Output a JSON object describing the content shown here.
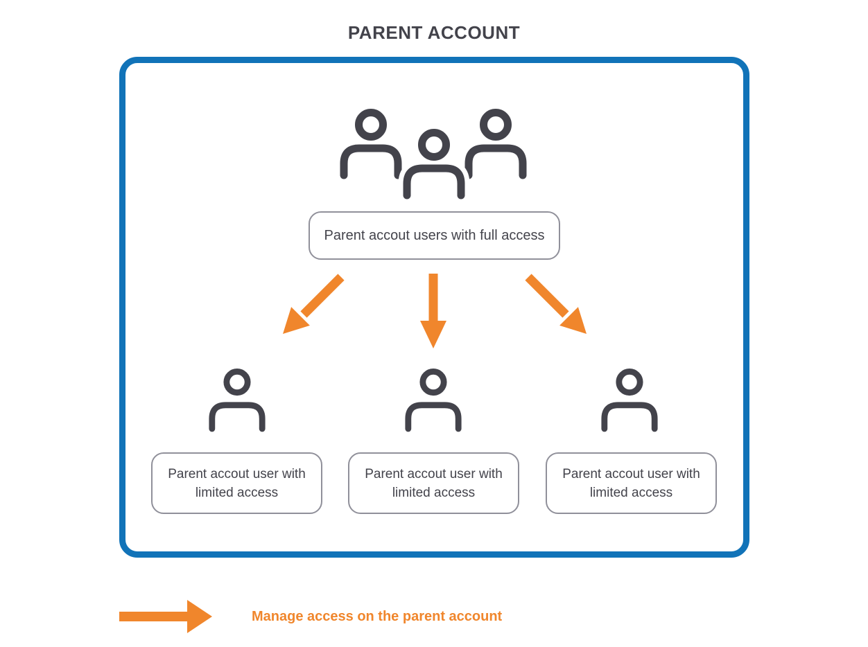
{
  "title": "PARENT ACCOUNT",
  "colors": {
    "blue": "#1173b8",
    "orange": "#f0862c",
    "dark": "#43434b",
    "border_gray": "#90909a"
  },
  "diagram": {
    "root": {
      "icon": "users-group-icon",
      "label": "Parent accout users with full access"
    },
    "children": [
      {
        "icon": "user-icon",
        "label": "Parent accout user with limited access"
      },
      {
        "icon": "user-icon",
        "label": "Parent accout user with limited access"
      },
      {
        "icon": "user-icon",
        "label": "Parent accout user with limited access"
      }
    ],
    "arrows": [
      "down-left",
      "down",
      "down-right"
    ]
  },
  "legend": {
    "icon": "arrow-right-icon",
    "label": "Manage access on the parent account"
  }
}
